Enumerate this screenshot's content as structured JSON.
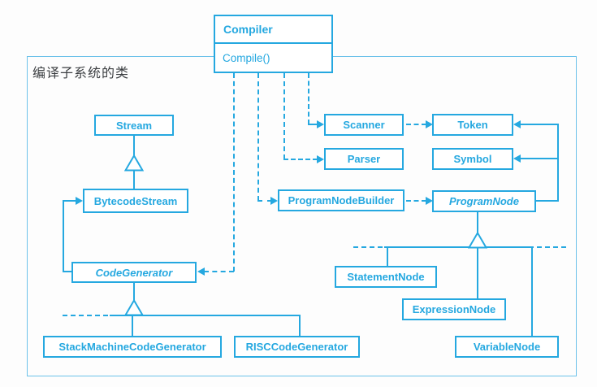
{
  "diagram": {
    "boundary_label": "编译子系统的类",
    "accent_color": "#25a8e0",
    "label_color": "#3b3e41"
  },
  "classes": {
    "compiler": {
      "name": "Compiler",
      "method": "Compile()"
    },
    "stream": {
      "name": "Stream"
    },
    "bytecode_stream": {
      "name": "BytecodeStream"
    },
    "code_generator": {
      "name": "CodeGenerator",
      "abstract": "true"
    },
    "stack_machine_code_generator": {
      "name": "StackMachineCodeGenerator"
    },
    "risc_code_generator": {
      "name": "RISCCodeGenerator"
    },
    "scanner": {
      "name": "Scanner"
    },
    "token": {
      "name": "Token"
    },
    "parser": {
      "name": "Parser"
    },
    "symbol": {
      "name": "Symbol"
    },
    "program_node_builder": {
      "name": "ProgramNodeBuilder"
    },
    "program_node": {
      "name": "ProgramNode",
      "abstract": "true"
    },
    "statement_node": {
      "name": "StatementNode"
    },
    "expression_node": {
      "name": "ExpressionNode"
    },
    "variable_node": {
      "name": "VariableNode"
    }
  }
}
